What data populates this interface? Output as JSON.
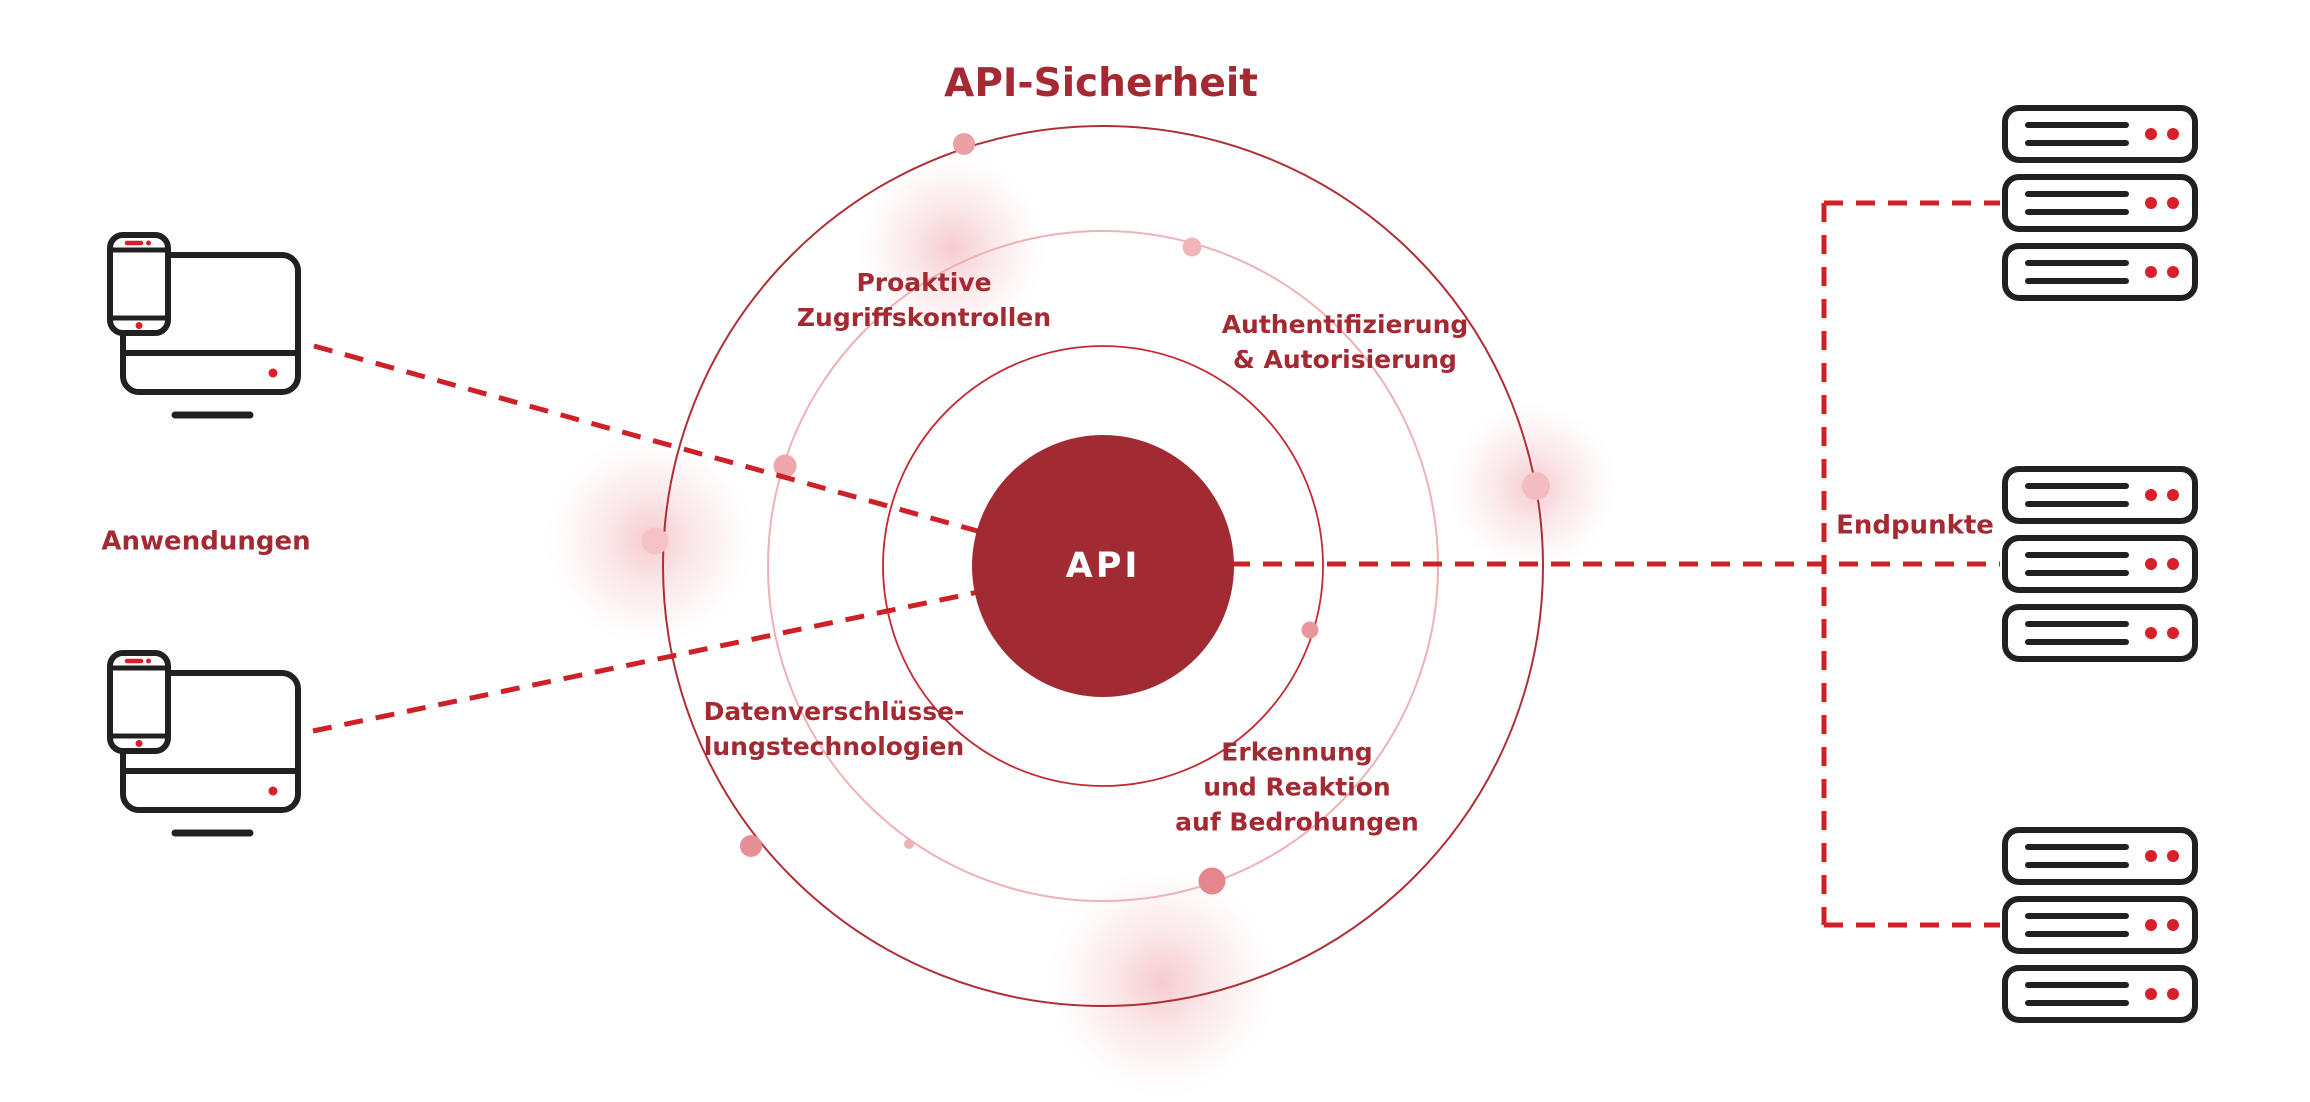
{
  "title": "API-Sicherheit",
  "center_label": "API",
  "labels": {
    "top_left": "Proaktive\nZugriffskontrollen",
    "top_right": "Authentifizierung\n& Autorisierung",
    "bottom_left": "Datenverschlüsse-\nlungstechnologien",
    "bottom_right": "Erkennung\nund Reaktion\nauf Bedrohungen",
    "applications": "Anwendungen",
    "endpoints": "Endpunkte"
  },
  "icons": {
    "left": "desktop-and-smartphone-icon",
    "right": "server-rack-icon"
  },
  "colors": {
    "text_maroon": "#A32A33",
    "api_circle_fill": "#A12B33",
    "dashed_line_red": "#CE2027",
    "icon_outline_dark": "#212121",
    "icon_accent_red": "#D8202A",
    "ring_outer_stroke": "#AF2F37",
    "ring_middle_stroke": "#EDB2B6",
    "ring_inner_stroke": "#C42A32",
    "ring_dot_pink": "#EFA6AB",
    "background": "#FFFFFF"
  }
}
